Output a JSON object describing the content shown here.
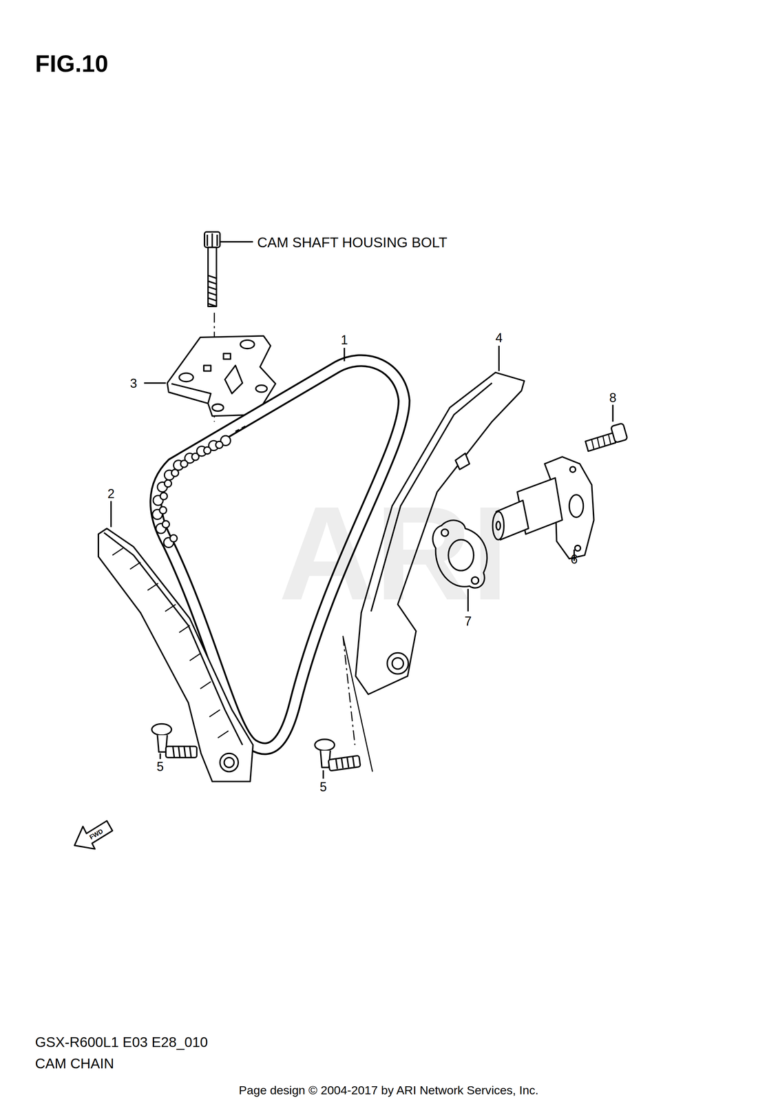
{
  "diagram": {
    "title": "FIG.10",
    "labels": [
      "CAM SHAFT HOUSING BOLT",
      "1",
      "2",
      "3",
      "4",
      "5",
      "5",
      "6",
      "7",
      "8",
      "ARI",
      "FWD",
      "GSX-R600L1 E03 E28_010",
      "CAM CHAIN",
      "Page design © 2004-2017 by ARI Network Services, Inc."
    ]
  }
}
